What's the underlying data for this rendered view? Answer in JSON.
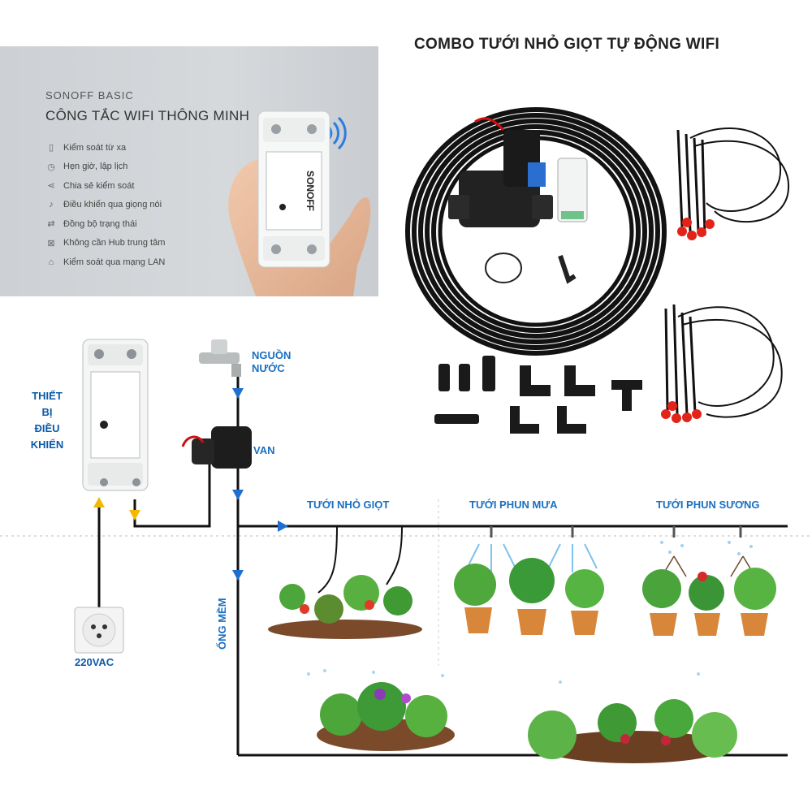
{
  "banner": {
    "brand": "SONOFF BASIC",
    "headline": "CÔNG TẮC WIFI THÔNG MINH",
    "features": [
      {
        "icon": "remote-icon",
        "label": "Kiểm soát từ xa"
      },
      {
        "icon": "clock-icon",
        "label": "Hẹn giờ, lập lịch"
      },
      {
        "icon": "share-icon",
        "label": "Chia sẻ kiểm soát"
      },
      {
        "icon": "microphone-icon",
        "label": "Điều khiển qua giọng nói"
      },
      {
        "icon": "sync-icon",
        "label": "Đồng bộ trạng thái"
      },
      {
        "icon": "hub-icon",
        "label": "Không cần Hub trung tâm"
      },
      {
        "icon": "lan-icon",
        "label": "Kiểm soát qua mạng LAN"
      }
    ],
    "device_brand": "SONOFF"
  },
  "combo_title": "COMBO TƯỚI NHỎ GIỌT TỰ ĐỘNG WIFI",
  "diagram": {
    "controller_label_lines": [
      "THIẾT",
      "BỊ",
      "ĐIỀU",
      "KHIỂN"
    ],
    "water_source_lines": [
      "NGUỒN",
      "NƯỚC"
    ],
    "valve_label": "VAN",
    "power_label": "220VAC",
    "hose_label": "ỐNG MỀM",
    "methods": [
      "TƯỚI NHỎ GIỌT",
      "TƯỚI PHUN MƯA",
      "TƯỚI PHUN SƯƠNG"
    ]
  },
  "colors": {
    "label_blue": "#1a6fc2",
    "arrow_blue": "#1e6fd0",
    "arrow_yellow": "#f3b800",
    "hose": "#111111",
    "banner_bg": "#d3d6d9"
  }
}
